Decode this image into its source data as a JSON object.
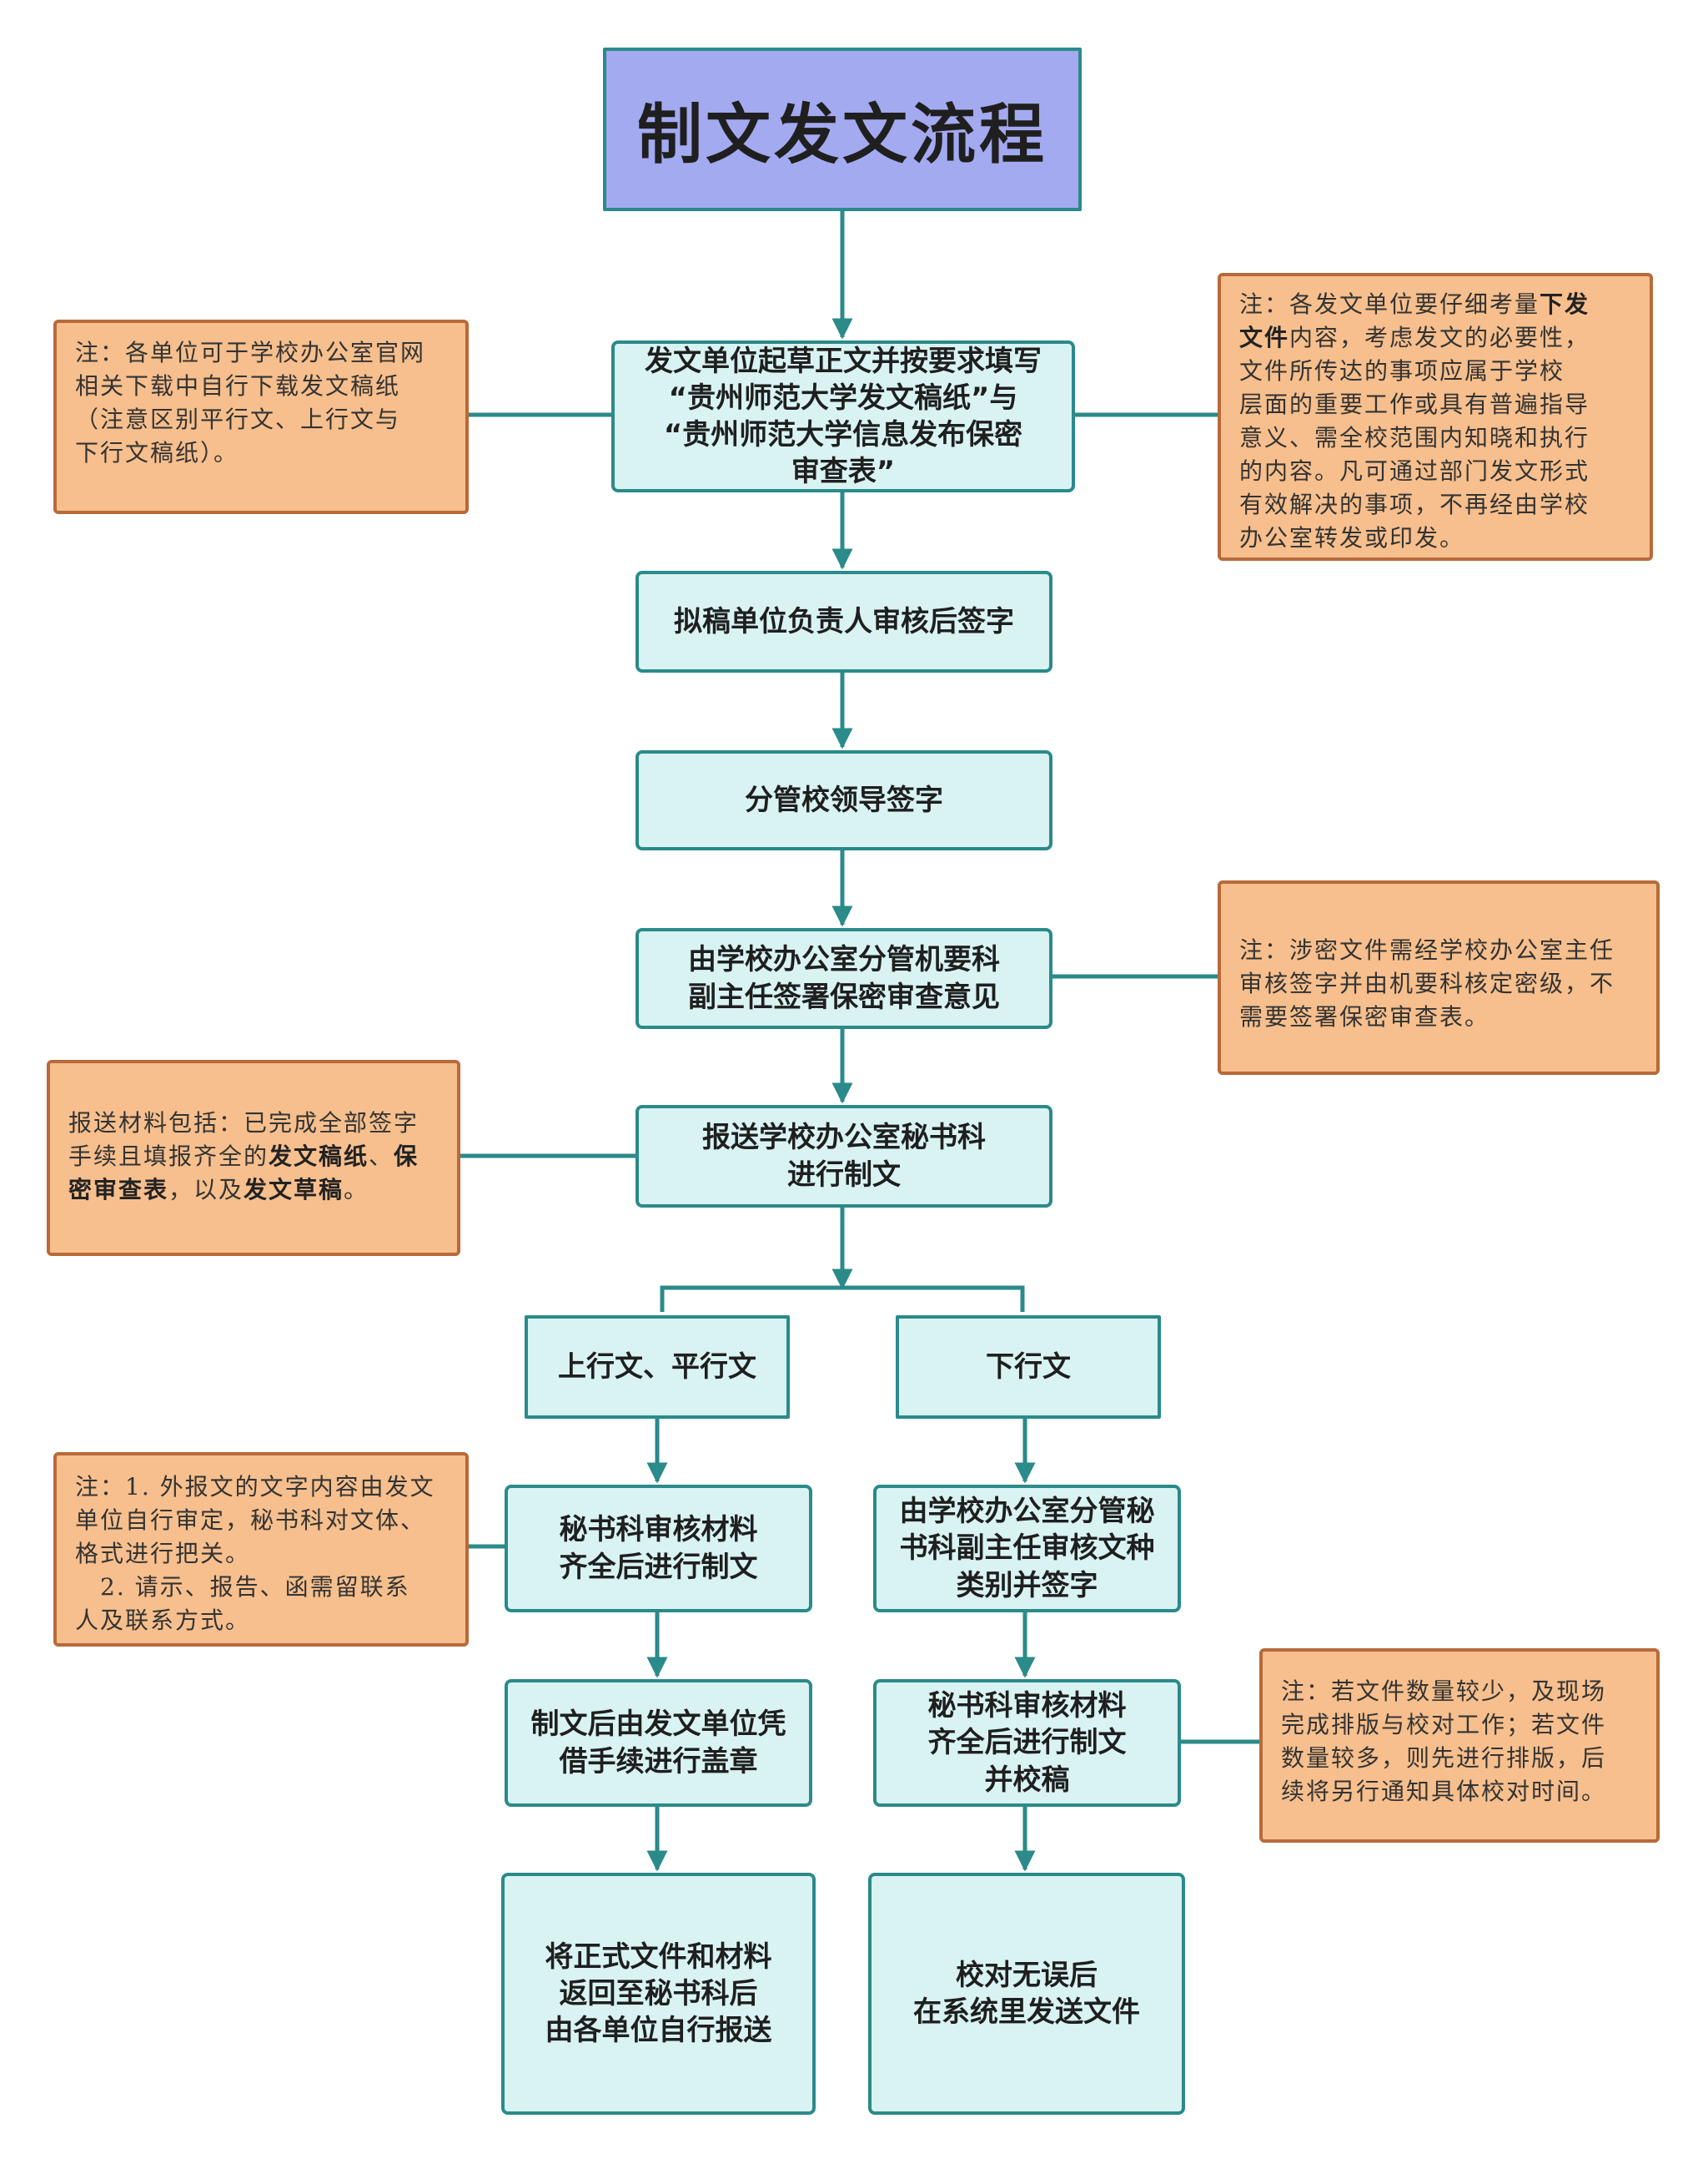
{
  "title": "制文发文流程",
  "colors": {
    "title_fill": "#a3aaf0",
    "step_fill": "#d9f3f3",
    "connector": "#2b8a8a",
    "note_fill": "#f6bf8d",
    "note_border": "#b86a3a"
  },
  "steps": {
    "draft": [
      "发文单位起草正文并按要求填写",
      "“贵州师范大学发文稿纸”与",
      "“贵州师范大学信息发布保密",
      "审查表”"
    ],
    "unit_head_sign": [
      "拟稿单位负责人审核后签字"
    ],
    "leader_sign": [
      "分管校领导签字"
    ],
    "confidential_review": [
      "由学校办公室分管机要科",
      "副主任签署保密审查意见"
    ],
    "submit_secretariat": [
      "报送学校办公室秘书科",
      "进行制文"
    ],
    "branch_upward": [
      "上行文、平行文"
    ],
    "branch_downward": [
      "下行文"
    ],
    "left_make_doc": [
      "秘书科审核材料",
      "齐全后进行制文"
    ],
    "left_seal": [
      "制文后由发文单位凭",
      "借手续进行盖章"
    ],
    "left_return": [
      "将正式文件和材料",
      "返回至秘书科后",
      "由各单位自行报送"
    ],
    "right_deputy_review": [
      "由学校办公室分管秘",
      "书科副主任审核文种",
      "类别并签字"
    ],
    "right_make_doc": [
      "秘书科审核材料",
      "齐全后进行制文",
      "并校稿"
    ],
    "right_send": [
      "校对无误后",
      "在系统里发送文件"
    ]
  },
  "notes": {
    "download": [
      "注：各单位可于学校办公室官网",
      "相关下载中自行下载发文稿纸",
      "（注意区别平行文、上行文与",
      "下行文稿纸）。"
    ],
    "consider": {
      "l1a": "注：各发文单位要仔细考量",
      "l1b": "下发",
      "l2a": "文件",
      "l2b": "内容，考虑发文的必要性，",
      "rest": [
        "文件所传达的事项应属于学校",
        "层面的重要工作或具有普遍指导",
        "意义、需全校范围内知晓和执行",
        "的内容。凡可通过部门发文形式",
        "有效解决的事项，不再经由学校",
        "办公室转发或印发。"
      ]
    },
    "secret": [
      "注：涉密文件需经学校办公室主任",
      "审核签字并由机要科核定密级，不",
      "需要签署保密审查表。"
    ],
    "materials": {
      "l1": "报送材料包括：已完成全部签字",
      "l2a": "手续且填报齐全的",
      "l2b": "发文稿纸",
      "l2c": "、",
      "l2d": "保",
      "l3a": "密审查表",
      "l3b": "，以及",
      "l3c": "发文草稿",
      "l3d": "。"
    },
    "external": [
      "注：1. 外报文的文字内容由发文",
      "单位自行审定，秘书科对文体、",
      "格式进行把关。",
      "　2. 请示、报告、函需留联系",
      "人及联系方式。"
    ],
    "quantity": [
      "注：若文件数量较少，及现场",
      "完成排版与校对工作；若文件",
      "数量较多，则先进行排版，后",
      "续将另行通知具体校对时间。"
    ]
  }
}
